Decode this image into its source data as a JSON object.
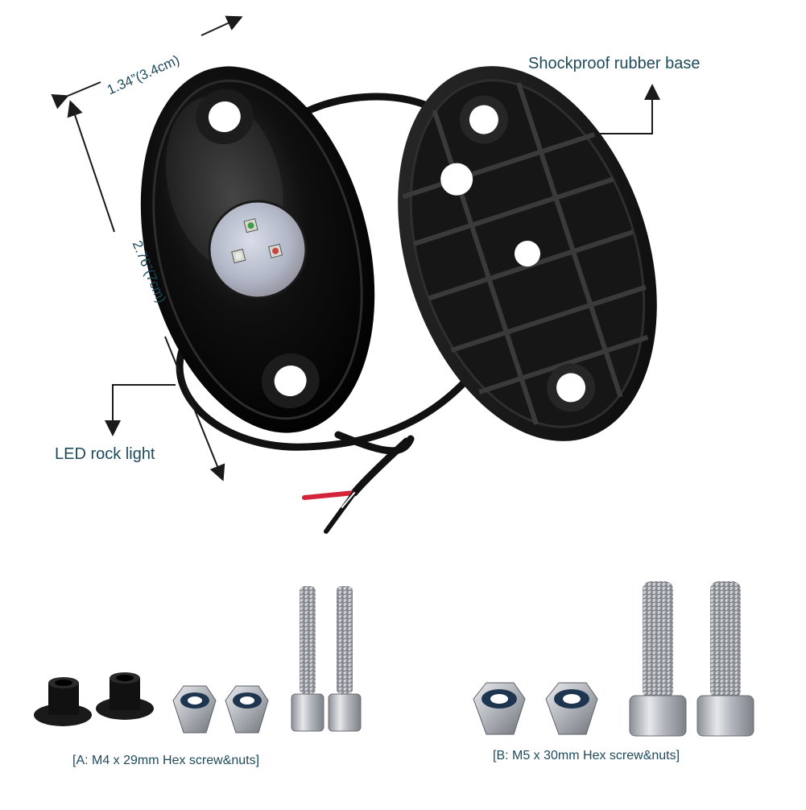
{
  "labels": {
    "width_dimension": "1.34”(3.4cm)",
    "length_dimension": "2.76”(7cm)",
    "rubber_base": "Shockproof rubber base",
    "rock_light": "LED rock light",
    "kit_a": "[A: M4 x 29mm Hex screw&nuts]",
    "kit_b": "[B: M5 x 30mm Hex screw&nuts]"
  },
  "colors": {
    "label_text": "#1e4a5c",
    "housing": "#0b0b0b",
    "led_lens": "#b9bfcf",
    "wire_red": "#d4243a",
    "wire_black": "#111111",
    "metal": "#b8bcc2"
  },
  "icons": {
    "led_light": "rock-light-housing",
    "base": "rubber-base-plate",
    "hardware": [
      "bushing",
      "lock-nut",
      "hex-screw"
    ]
  }
}
